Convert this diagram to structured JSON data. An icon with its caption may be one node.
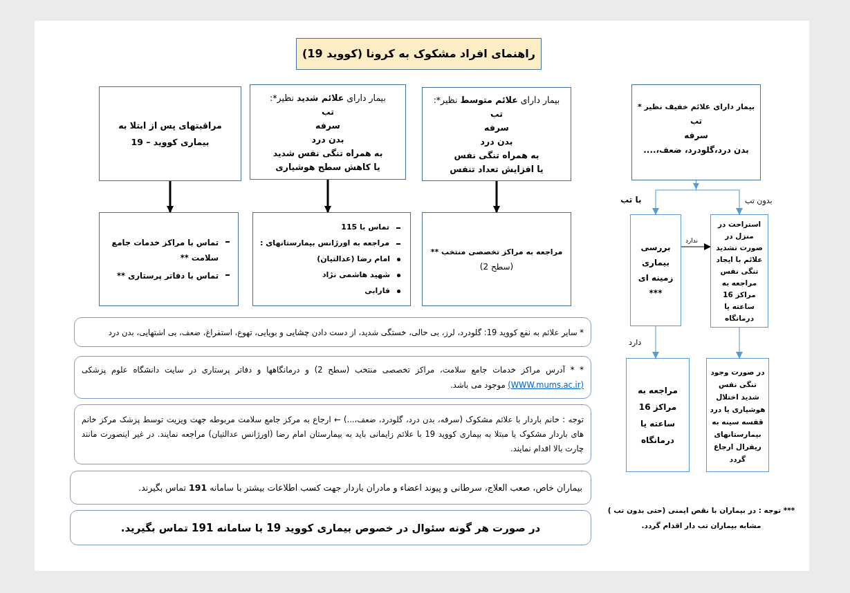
{
  "diagram": {
    "title": "راهنمای افراد مشکوک به کرونا (کووید 19)",
    "nodes": [
      {
        "text": [
          "بیمار دارای علائم خفیف نظیر *",
          "تب",
          "سرفه",
          "بدن درد،گلودرد، ضعف،...."
        ]
      },
      {
        "text": [
          "بیمار دارای **علائم متوسط** نظیر*:",
          "تب",
          "سرفه",
          "بدن درد",
          "به همراه تنگی نفس",
          "یا افزایش تعداد تنفس"
        ]
      },
      {
        "text": [
          "بیمار دارای **علائم شدید** نظیر*:",
          "تب",
          "سرفه",
          "بدن درد",
          "به همراه تنگی نفس شدید",
          "یا کاهش سطح هوشیاری"
        ]
      },
      {
        "text": [
          "مراقبتهای پس از ابتلا به بیماری کووید – 19"
        ]
      },
      {
        "text": [
          "استراحت در منزل در صورت تشدید علائم با ایجاد تنگی نفس مراجعه به مراکز 16 ساعته یا درمانگاه"
        ]
      },
      {
        "text": [
          "بررسی بیماری زمینه ای ***"
        ]
      },
      {
        "text": [
          "مراجعه به مراکز تخصصی منتخب **",
          "(سطح 2)"
        ]
      },
      {
        "text": [
          "تماس با 115",
          "مراجعه به اورژانس بیمارستانهای :",
          "امام رضا (عدالتیان)",
          "شهید هاشمی نژاد",
          "فارابی"
        ]
      },
      {
        "text": [
          "تماس با مراکز خدمات جامع سلامت **",
          "تماس با دفاتر پرستاری **"
        ]
      },
      {
        "text": [
          "در صورت وجود تنگی نفس شدید اختلال هوشیاری یا درد قفسه سینه به بیمارستانهای ریفرال ارجاع گردد"
        ]
      },
      {
        "text": [
          "مراجعه به مراکز 16 ساعته یا درمانگاه"
        ]
      },
      {
        "text": [
          "* سایر علائم به نفع کووید 19: گلودرد، لرز، بی حالی، خستگی شدید، از دست دادن چشایی و بویایی، تهوع، استفراغ، ضعف، بی اشتهایی، بدن درد"
        ]
      },
      {
        "text": [
          "* * آدرس مراکز خدمات جامع سلامت، مراکز تخصصی منتخب (سطح 2) و درمانگاهها و دفاتر پرستاری در سایت دانشگاه علوم پزشکی",
          "(WWW.mums.ac.ir)",
          "موجود می باشد."
        ]
      },
      {
        "text": [
          "توجه : خانم باردار با علائم مشکوک (سرفه، بدن درد، گلودرد، ضعف،...) ← ارجاع به مرکز جامع سلامت مربوطه جهت ویزیت توسط پزشک مرکز خانم های باردار مشکوک یا مبتلا به بیماری کووید 19 با علائم زایمانی باید به بیمارستان امام رضا (اورژانس عدالتیان) مراجعه نمایند. در غیر اینصورت مانند چارت بالا اقدام نمایند."
        ]
      },
      {
        "text": [
          "بیماران خاص، صعب العلاج، سرطانی و پیوند اعضاء و مادران باردار جهت کسب اطلاعات بیشتر با سامانه **191** تماس بگیرند."
        ]
      },
      {
        "text": [
          "در صورت هر گونه سئوال در خصوص بیماری کووید 19 با سامانه 191 تماس بگیرید."
        ]
      }
    ],
    "edges": [
      {
        "from": 1,
        "to": 6,
        "arrow": "to",
        "style": "thick"
      },
      {
        "from": 2,
        "to": 7,
        "arrow": "to",
        "style": "thick"
      },
      {
        "from": 3,
        "to": 8,
        "arrow": "to",
        "style": "thick"
      },
      {
        "from": 0,
        "to": 5,
        "arrow": "to",
        "label": "با تب",
        "color": "#5b9bd5"
      },
      {
        "from": 0,
        "to": 4,
        "arrow": "to",
        "label": "بدون تب",
        "color": "#5b9bd5"
      },
      {
        "from": 5,
        "to": 4,
        "arrow": "to",
        "label": "ندارد"
      },
      {
        "from": 5,
        "to": 10,
        "arrow": "to",
        "label": "دارد",
        "color": "#5b9bd5"
      },
      {
        "from": 4,
        "to": 9,
        "arrow": "to",
        "color": "#5b9bd5"
      }
    ],
    "labels": [
      "*** توجه : در بیماران با نقص ایمنی (حتی بدون تب ) مشابه بیماران تب دار اقدام گردد."
    ]
  }
}
